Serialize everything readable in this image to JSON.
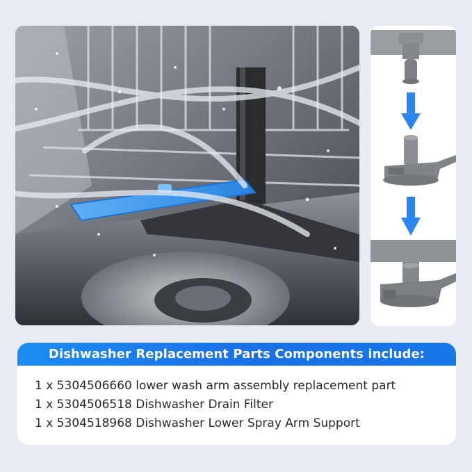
{
  "photo": {
    "main_alt": "Dishwasher interior with blue lower wash arm spraying water",
    "steps_alt": "Installation sequence: spray arm support, drain filter, assembled arm"
  },
  "parts_box": {
    "heading": "Dishwasher Replacement Parts Components include:",
    "items": [
      "1 x 5304506660 lower wash arm assembly replacement part",
      "1 x 5304506518 Dishwasher Drain Filter",
      "1 x 5304518968 Dishwasher Lower Spray Arm Support"
    ]
  },
  "colors": {
    "accent": "#1b7ef0",
    "arm_blue": "#3a97ea",
    "arrow_blue": "#2d86ee",
    "part_gray": "#8b8e93",
    "page_bg": "#e8ebf2"
  },
  "icons": [
    "arrow-down-icon",
    "arrow-down-icon"
  ]
}
